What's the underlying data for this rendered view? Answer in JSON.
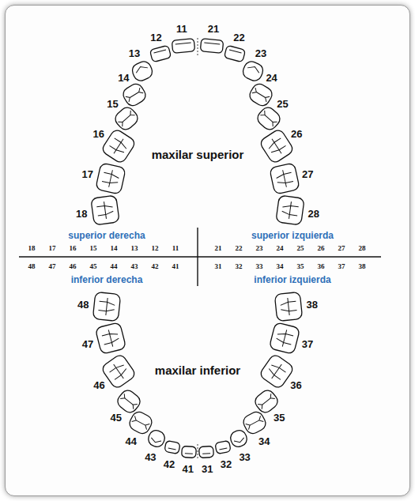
{
  "diagram": {
    "labels": [
      "18",
      "17",
      "16",
      "15",
      "14",
      "13",
      "12",
      "11",
      "21",
      "22",
      "23",
      "24",
      "25",
      "26",
      "27",
      "28",
      "maxilar superior",
      "superior derecha",
      "superior izquierda",
      "18",
      "17",
      "16",
      "15",
      "14",
      "13",
      "12",
      "11",
      "21",
      "22",
      "23",
      "24",
      "25",
      "26",
      "27",
      "28",
      "48",
      "47",
      "46",
      "45",
      "44",
      "43",
      "42",
      "41",
      "31",
      "32",
      "33",
      "34",
      "35",
      "36",
      "37",
      "38",
      "inferior derecha",
      "inferior izquierda",
      "48",
      "47",
      "46",
      "45",
      "44",
      "43",
      "42",
      "41",
      "31",
      "32",
      "33",
      "34",
      "35",
      "36",
      "37",
      "38",
      "maxilar inferior"
    ]
  }
}
